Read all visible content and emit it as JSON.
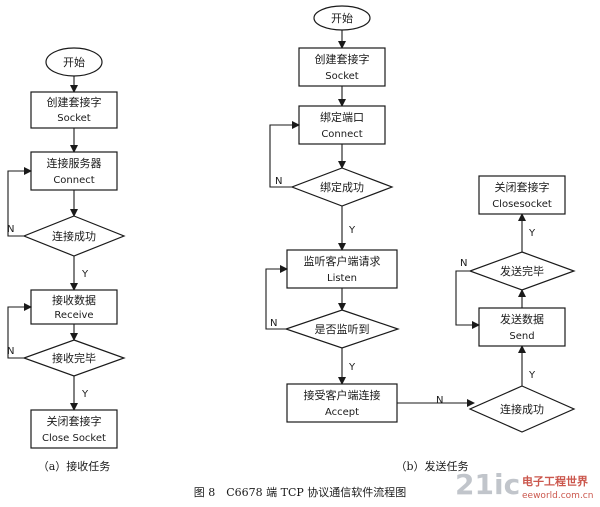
{
  "colors": {
    "line": "#1a1a1a",
    "watermark": "#b7bcc2",
    "watermark_accent": "#c23a2e"
  },
  "flow_a": {
    "start": "开始",
    "create_socket": {
      "cn": "创建套接字",
      "en": "Socket"
    },
    "connect": {
      "cn": "连接服务器",
      "en": "Connect"
    },
    "connect_ok": "连接成功",
    "receive": {
      "cn": "接收数据",
      "en": "Receive"
    },
    "receive_done": "接收完毕",
    "close": {
      "cn": "关闭套接字",
      "en": "Close Socket"
    },
    "yes": "Y",
    "no": "N",
    "caption": "（a）接收任务"
  },
  "flow_b": {
    "start": "开始",
    "create_socket": {
      "cn": "创建套接字",
      "en": "Socket"
    },
    "bind": {
      "cn": "绑定端口",
      "en": "Connect"
    },
    "bind_ok": "绑定成功",
    "listen": {
      "cn": "监听客户端请求",
      "en": "Listen"
    },
    "is_listening": "是否监听到",
    "accept": {
      "cn": "接受客户端连接",
      "en": "Accept"
    },
    "connect_ok": "连接成功",
    "send": {
      "cn": "发送数据",
      "en": "Send"
    },
    "send_done": "发送完毕",
    "close": {
      "cn": "关闭套接字",
      "en": "Closesocket"
    },
    "yes": "Y",
    "no": "N",
    "caption": "（b）发送任务"
  },
  "figure_caption": "图 8　C6678 端 TCP 协议通信软件流程图",
  "watermark": {
    "logo": "21ic",
    "name_cn": "电子工程世界",
    "url": "eeworld.com.cn"
  }
}
